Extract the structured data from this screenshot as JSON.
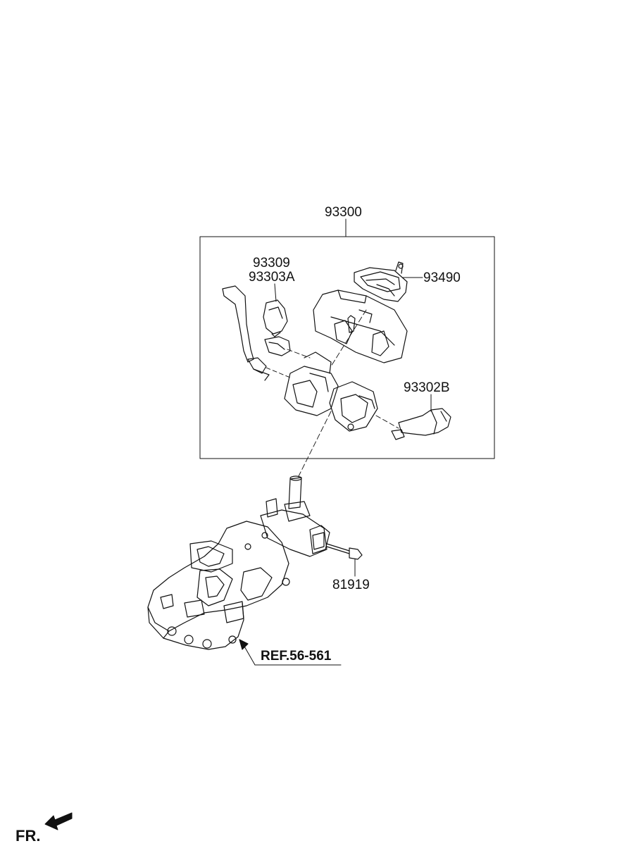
{
  "labels": {
    "assembly": "93300",
    "part_93309": "93309",
    "part_93303A": "93303A",
    "part_93490": "93490",
    "part_93302B": "93302B",
    "part_81919": "81919",
    "reference": "REF.56-561",
    "front": "FR."
  },
  "colors": {
    "line": "#111111",
    "background": "#ffffff"
  }
}
